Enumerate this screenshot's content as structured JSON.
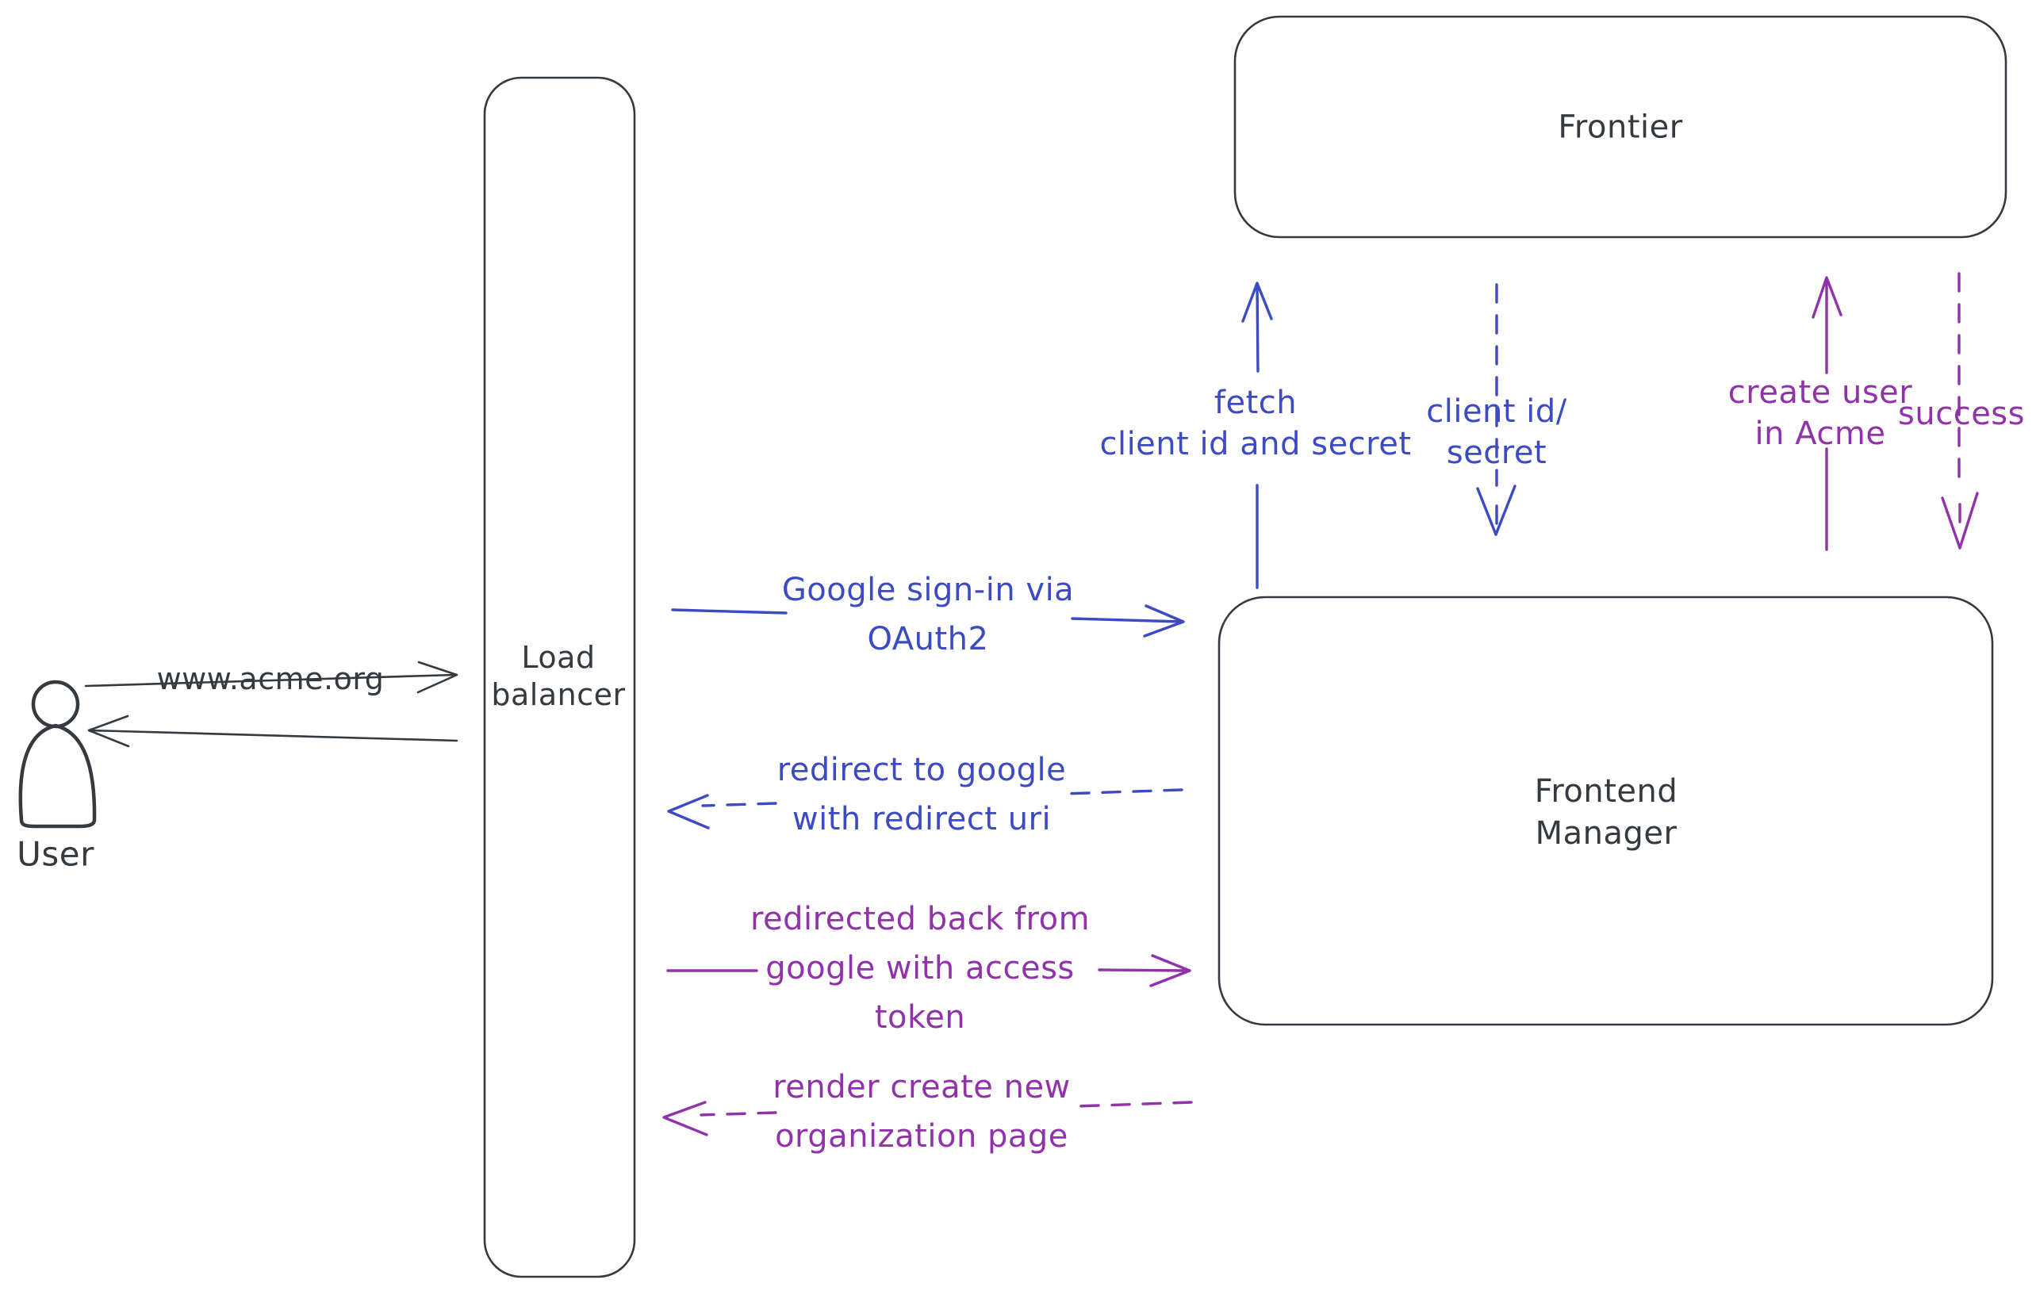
{
  "colors": {
    "bg": "#ffffff",
    "ink": "#343a40",
    "blue": "#3c4ac4",
    "purple": "#9232aa",
    "hatch": "#d9dde3"
  },
  "nodes": {
    "user": {
      "label": "User"
    },
    "load_balancer": {
      "line1": "Load",
      "line2": "balancer"
    },
    "frontier": {
      "label": "Frontier"
    },
    "frontend_manager": {
      "line1": "Frontend",
      "line2": "Manager"
    }
  },
  "edges": {
    "www_acme": {
      "label": "www.acme.org"
    },
    "google_signin": {
      "line1": "Google sign-in via",
      "line2": "OAuth2"
    },
    "redirect_google": {
      "line1": "redirect to google",
      "line2": "with redirect uri"
    },
    "redirected_back": {
      "line1": "redirected back from",
      "line2": "google with access",
      "line3": "token"
    },
    "render_org_page": {
      "line1": "render create new",
      "line2": "organization page"
    },
    "fetch_client": {
      "line1": "fetch",
      "line2": "client id and secret"
    },
    "client_id_secret": {
      "line1": "client id/",
      "line2": "secret"
    },
    "create_user": {
      "line1": "create user",
      "line2": "in Acme"
    },
    "success": {
      "label": "success"
    }
  }
}
